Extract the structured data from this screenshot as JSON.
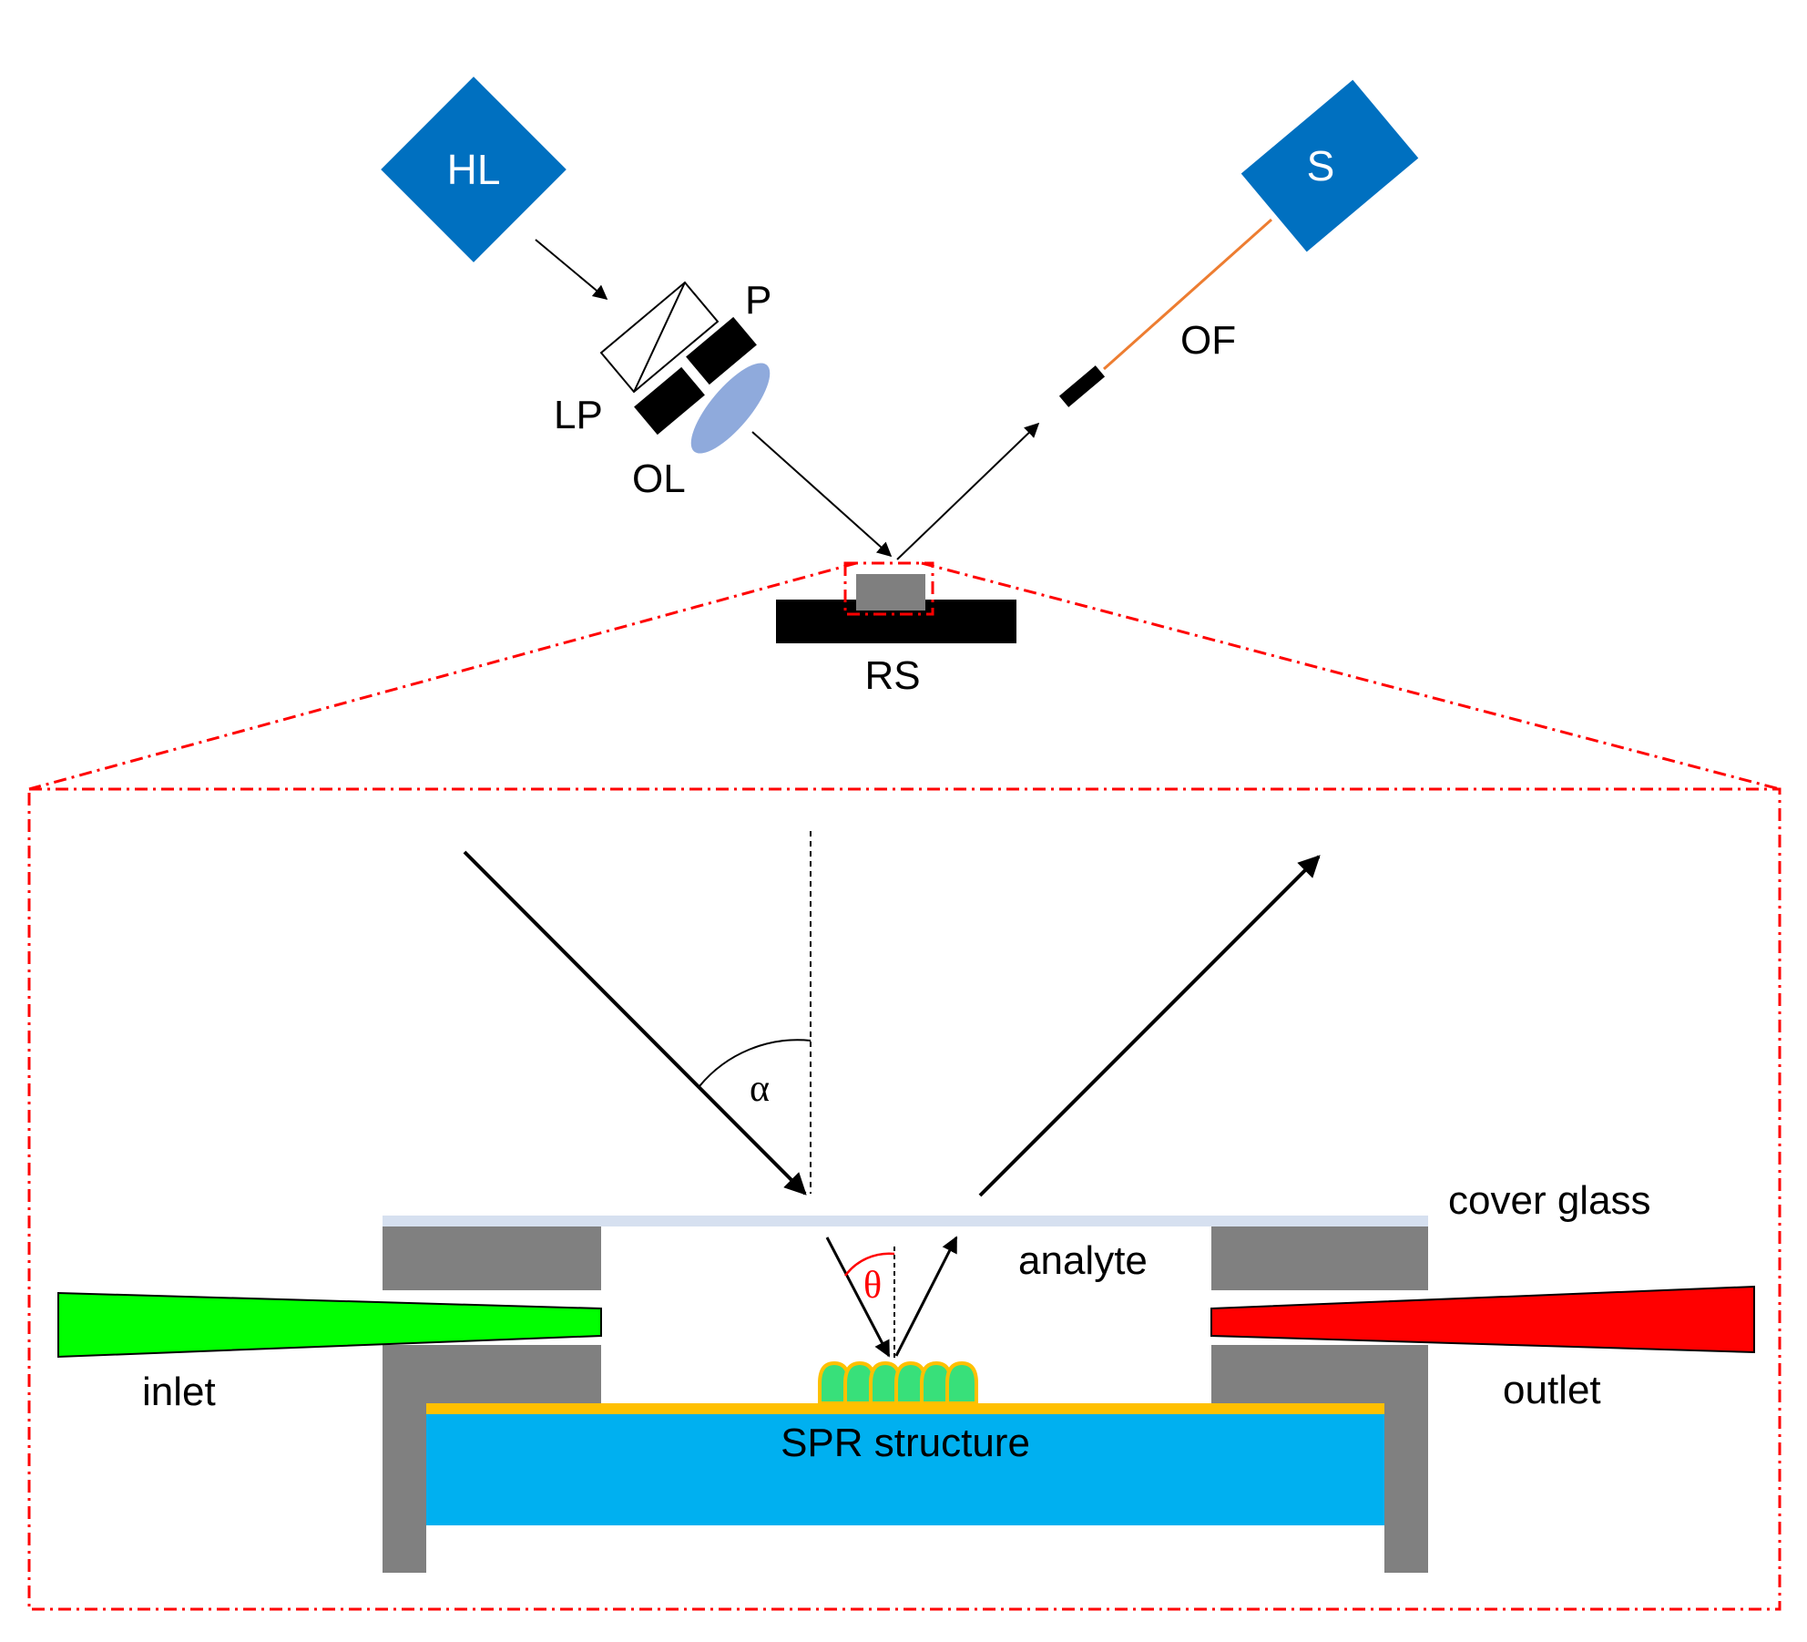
{
  "labels": {
    "hl": "HL",
    "s": "S",
    "p": "P",
    "lp": "LP",
    "ol": "OL",
    "of": "OF",
    "rs": "RS",
    "alpha": "α",
    "theta": "θ",
    "cover_glass": "cover glass",
    "analyte": "analyte",
    "inlet": "inlet",
    "outlet": "outlet",
    "spr_structure": "SPR structure"
  },
  "colors": {
    "device_blue": "#0070c0",
    "fiber_orange": "#ed7d31",
    "lens_blue": "#8faadc",
    "zoom_red": "#ff0000",
    "stage_black": "#000000",
    "sample_gray": "#7f7f7f",
    "wall_gray": "#808080",
    "cover_glass": "#d6e0f0",
    "gold_film": "#ffc000",
    "substrate_cyan": "#00b0f0",
    "grating_green": "#38e07a",
    "inlet_green": "#00ff00",
    "outlet_red": "#ff0000",
    "theta_red": "#ff0000"
  }
}
